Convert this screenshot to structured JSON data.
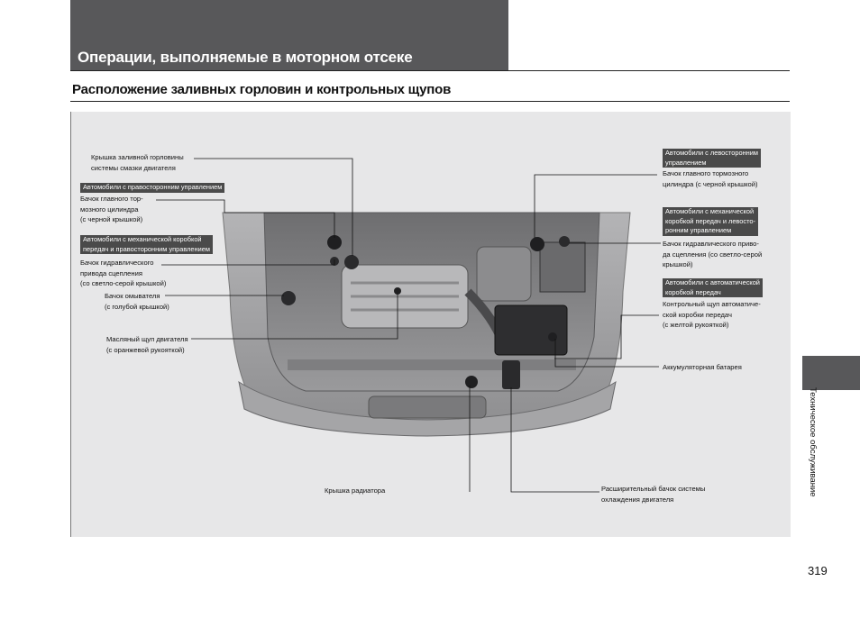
{
  "header": {
    "title": "Операции, выполняемые в моторном отсеке"
  },
  "section": {
    "title": "Расположение заливных горловин и контрольных щупов"
  },
  "labels": {
    "oil_cap": "Крышка заливной горловины\nсистемы смазки двигателя",
    "rhd_tag": "Автомобили с правосторонним управлением",
    "brake_rhd": "Бачок главного тор-\nмозного цилиндра\n(с черной крышкой)",
    "mt_rhd_tag": "Автомобили с механической коробкой\nпередач и правосторонним управлением",
    "clutch_rhd": "Бачок гидравлического\nпривода сцепления\n(со светло-серой крышкой)",
    "washer": "Бачок омывателя\n(с голубой крышкой)",
    "dipstick": "Масляный щуп двигателя\n(с оранжевой рукояткой)",
    "radiator_cap": "Крышка радиатора",
    "lhd_tag": "Автомобили с левосторонним\nуправлением",
    "brake_lhd": "Бачок главного тормозного\nцилиндра (с черной крышкой)",
    "mt_lhd_tag": "Автомобили с механической\nкоробкой передач и левосто-\nронним управлением",
    "clutch_lhd": "Бачок гидравлического приво-\nда сцепления (со светло-серой\nкрышкой)",
    "at_tag": "Автомобили с автоматической\nкоробкой передач",
    "atf_dipstick": "Контрольный щуп автоматиче-\nской коробки передач\n(с желтой рукояткой)",
    "battery": "Аккумуляторная батарея",
    "coolant_tank": "Расширительный бачок системы\nохлаждения двигателя"
  },
  "sidebar": {
    "section_name": "Техническое обслуживание"
  },
  "page_number": "319",
  "colors": {
    "header_band": "#58585a",
    "tag_bg": "#4a4a4a",
    "figure_bg": "#e7e7e8"
  }
}
